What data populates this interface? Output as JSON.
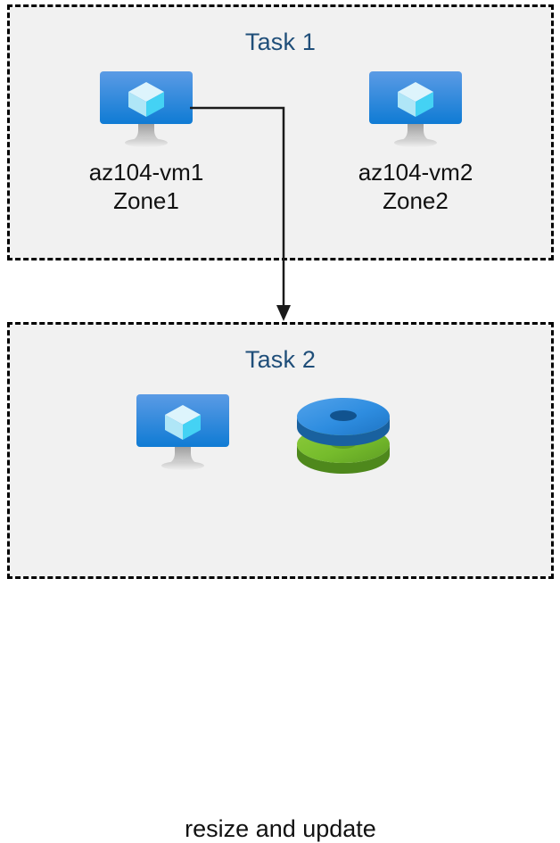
{
  "diagram": {
    "title_color": "#1F4E79",
    "background": "#ffffff",
    "panel_fill": "#f1f1f1",
    "border_color": "#000000",
    "connector_color": "#1a1a1a"
  },
  "task1": {
    "title": "Task 1",
    "nodes": [
      {
        "icon": "virtual-machine-icon",
        "caption": "az104-vm1\nZone1",
        "name": "az104-vm1",
        "zone": "Zone1"
      },
      {
        "icon": "virtual-machine-icon",
        "caption": "az104-vm2\nZone2",
        "name": "az104-vm2",
        "zone": "Zone2"
      }
    ]
  },
  "task2": {
    "title": "Task 2",
    "caption": "resize and update",
    "nodes": [
      {
        "icon": "virtual-machine-icon"
      },
      {
        "icon": "managed-disks-icon"
      }
    ]
  },
  "connector": {
    "from": "az104-vm1",
    "to": "task2",
    "arrow": "down-arrow"
  },
  "colors": {
    "monitor_top": "#5B9BE5",
    "monitor_bottom": "#0F7BD4",
    "cube_light": "#D6F2FB",
    "cube_mid": "#9FE3F6",
    "cube_dark": "#3FD0F2",
    "stand_light": "#DDDDDD",
    "stand_dark": "#8C8C8C",
    "disk_blue_top": "#2E8DE0",
    "disk_blue_side": "#1B6FC4",
    "disk_blue_hole": "#14538F",
    "disk_green_top": "#76BC2C",
    "disk_green_side": "#5B9A23",
    "disk_green_hole": "#5E9E23"
  }
}
